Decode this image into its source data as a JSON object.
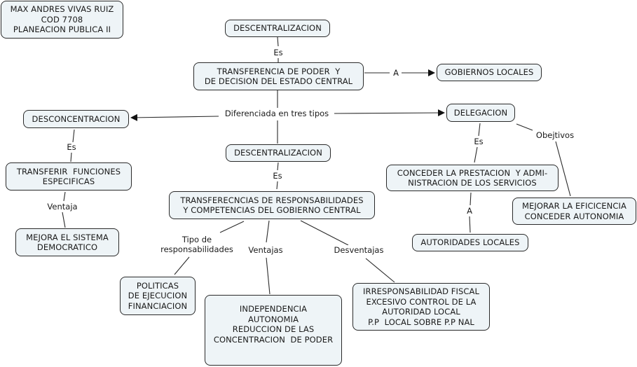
{
  "diagram": {
    "nodes": {
      "author": "MAX ANDRES VIVAS RUIZ\nCOD 7708\nPLANEACION PUBLICA II",
      "descentralizacion_top": "DESCENTRALIZACION",
      "transferencia_poder": "TRANSFERENCIA DE PODER  Y\nDE DECISION DEL ESTADO CENTRAL",
      "gobiernos_locales": "GOBIERNOS LOCALES",
      "desconcentracion": "DESCONCENTRACION",
      "delegacion": "DELEGACION",
      "transferir_funciones": "TRANSFERIR  FUNCIONES\nESPECIFICAS",
      "mejora_sistema": "MEJORA EL SISTEMA\nDEMOCRATICO",
      "descentralizacion_mid": "DESCENTRALIZACION",
      "transferencias_resp": "TRANSFERECNCIAS DE RESPONSABILIDADES\nY COMPETENCIAS DEL GOBIERNO CENTRAL",
      "conceder_prestacion": "CONCEDER LA PRESTACION  Y ADMI-\nNISTRACION DE LOS SERVICIOS",
      "mejorar_eficiencia": "MEJORAR LA EFICICENCIA\nCONCEDER AUTONOMIA",
      "autoridades_locales": "AUTORIDADES LOCALES",
      "politicas": "POLITICAS\nDE EJECUCION\nFINANCIACION",
      "independencia": "INDEPENDENCIA\nAUTONOMIA\nREDUCCION DE LAS\nCONCENTRACION  DE PODER",
      "irresponsabilidad": "IRRESPONSABILIDAD FISCAL\nEXCESIVO CONTROL DE LA\nAUTORIDAD LOCAL\nP.P  LOCAL SOBRE P.P NAL"
    },
    "link_labels": {
      "es_1": "Es",
      "a_1": "A",
      "diferenciada": "Diferenciada en tres tipos",
      "es_2": "Es",
      "ventaja": "Ventaja",
      "es_3": "Es",
      "es_4": "Es",
      "objetivos": "Obejtivos",
      "a_2": "A",
      "tipo_resp": "Tipo de\nresponsabilidades",
      "ventajas": "Ventajas",
      "desventajas": "Desventajas"
    },
    "colors": {
      "node_fill": "#eef4f7",
      "node_border": "#2a2a2a",
      "line": "#2a2a2a"
    }
  }
}
